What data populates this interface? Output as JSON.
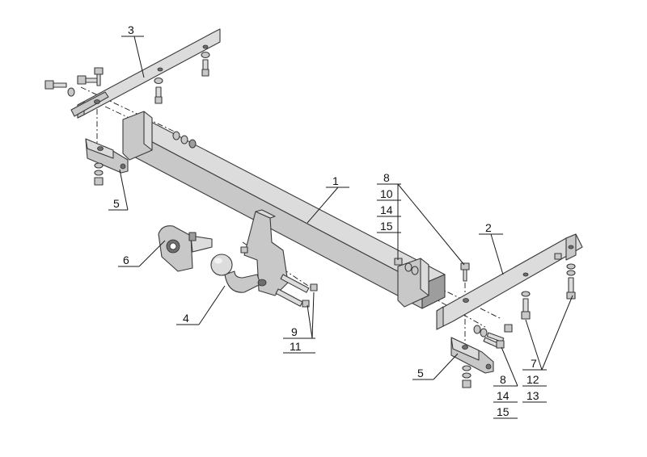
{
  "callouts": {
    "c1": "1",
    "c2": "2",
    "c3": "3",
    "c4": "4",
    "c5a": "5",
    "c5b": "5",
    "c6": "6",
    "c7": "7",
    "c8a": "8",
    "c8b": "8",
    "c9": "9",
    "c10": "10",
    "c11": "11",
    "c12": "12",
    "c13": "13",
    "c14a": "14",
    "c14b": "14",
    "c15a": "15",
    "c15b": "15"
  },
  "colors": {
    "metal": "#c8c8c8",
    "metal_light": "#dcdcdc",
    "metal_dark": "#9d9d9d",
    "outline": "#3a3a3a",
    "text": "#111111"
  }
}
